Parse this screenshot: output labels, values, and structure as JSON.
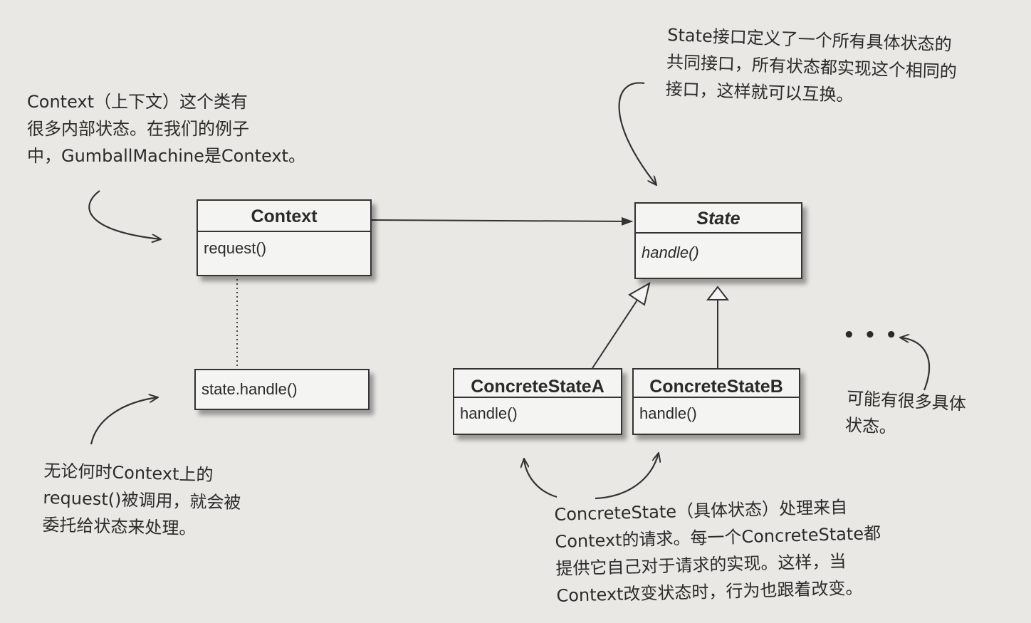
{
  "classes": {
    "context": {
      "name": "Context",
      "operation": "request()"
    },
    "state": {
      "name": "State",
      "operation": "handle()"
    },
    "concrete_a": {
      "name": "ConcreteStateA",
      "operation": "handle()"
    },
    "concrete_b": {
      "name": "ConcreteStateB",
      "operation": "handle()"
    }
  },
  "code_note": {
    "text": "state.handle()"
  },
  "ellipsis": "• • •",
  "annotations": {
    "context_note": [
      "Context（上下文）这个类有",
      "很多内部状态。在我们的例子",
      "中，GumballMachine是Context。"
    ],
    "state_note": [
      "State接口定义了一个所有具体状态的",
      "共同接口，所有状态都实现这个相同的",
      "接口，这样就可以互换。"
    ],
    "request_note": [
      "无论何时Context上的",
      "request()被调用，就会被",
      "委托给状态来处理。"
    ],
    "more_states_note": [
      "可能有很多具体",
      "状态。"
    ],
    "concrete_note": [
      "ConcreteState（具体状态）处理来自",
      "Context的请求。每一个ConcreteState都",
      "提供它自己对于请求的实现。这样，当",
      "Context改变状态时，行为也跟着改变。"
    ]
  }
}
